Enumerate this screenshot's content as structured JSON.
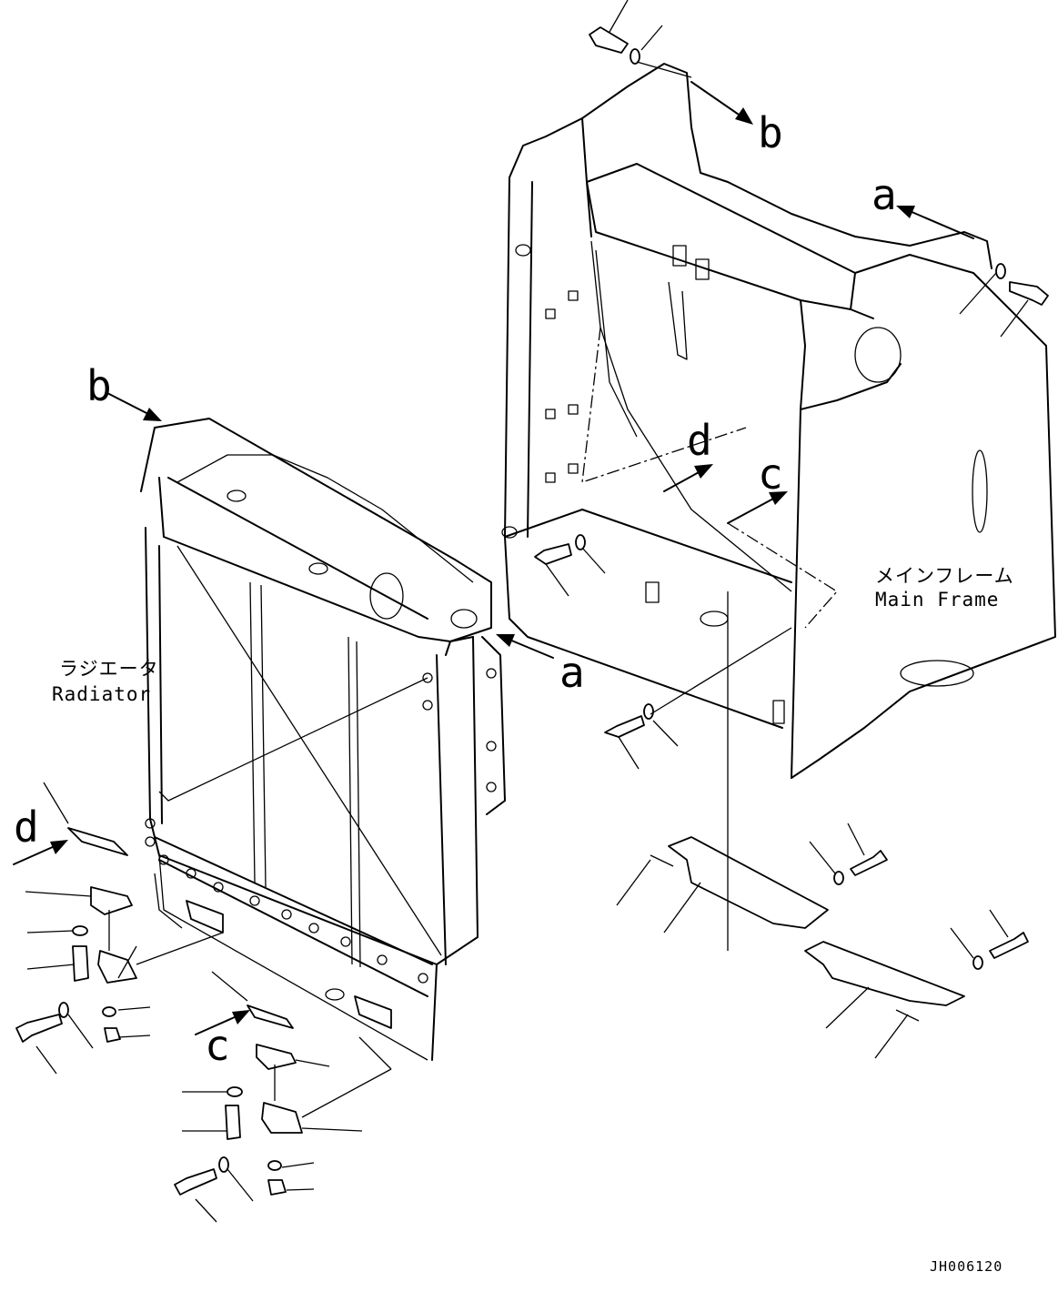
{
  "diagram": {
    "callouts": {
      "a_top": "a",
      "a_bottom": "a",
      "b_top": "b",
      "b_left": "b",
      "c_upper": "c",
      "c_lower": "c",
      "d_upper": "d",
      "d_lower": "d"
    },
    "labels": {
      "radiator_jp": "ラジエータ",
      "radiator_en": "Radiator",
      "main_frame_jp": "メインフレーム",
      "main_frame_en": "Main Frame"
    },
    "drawing_code": "JH006120"
  }
}
